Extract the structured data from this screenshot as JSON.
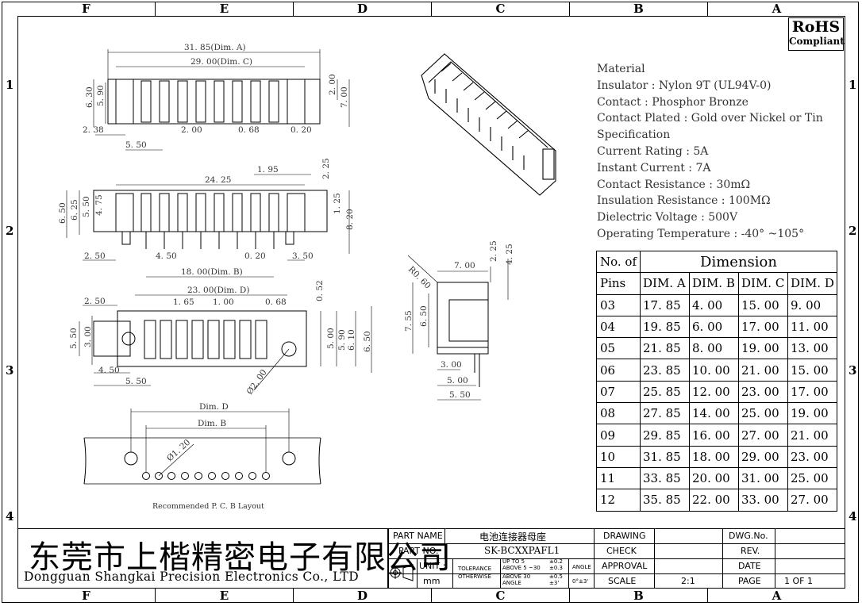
{
  "zones": [
    "F",
    "E",
    "D",
    "C",
    "B",
    "A"
  ],
  "rows": [
    "1",
    "2",
    "3",
    "4"
  ],
  "rohs": {
    "line1": "RoHS",
    "line2": "Compliant"
  },
  "spec": {
    "material_heading": "Material",
    "insulator": "Insulator : Nylon 9T (UL94V-0)",
    "contact": "Contact : Phosphor  Bronze",
    "contact_plated": "Contact Plated : Gold over Nickel or Tin",
    "spec_heading": "Specification",
    "current_rating": "Current Rating : 5A",
    "instant_current": "Instant Current : 7A",
    "contact_resistance": "Contact Resistance : 30mΩ",
    "insulation_resistance": "Insulation Resistance : 100MΩ",
    "dielectric": "Dielectric  Voltage : 500V",
    "operating_temp": "Operating Temperature : -40° ~105°"
  },
  "table": {
    "head_pins_1": "No. of",
    "head_pins_2": "Pins",
    "head_dimension": "Dimension",
    "columns": [
      "DIM. A",
      "DIM. B",
      "DIM. C",
      "DIM. D"
    ],
    "rows": [
      [
        "03",
        "17. 85",
        "4. 00",
        "15. 00",
        "9. 00"
      ],
      [
        "04",
        "19. 85",
        "6. 00",
        "17. 00",
        "11. 00"
      ],
      [
        "05",
        "21. 85",
        "8. 00",
        "19. 00",
        "13. 00"
      ],
      [
        "06",
        "23. 85",
        "10. 00",
        "21. 00",
        "15. 00"
      ],
      [
        "07",
        "25. 85",
        "12. 00",
        "23. 00",
        "17. 00"
      ],
      [
        "08",
        "27. 85",
        "14. 00",
        "25. 00",
        "19. 00"
      ],
      [
        "09",
        "29. 85",
        "16. 00",
        "27. 00",
        "21. 00"
      ],
      [
        "10",
        "31. 85",
        "18. 00",
        "29. 00",
        "23. 00"
      ],
      [
        "11",
        "33. 85",
        "20. 00",
        "31. 00",
        "25. 00"
      ],
      [
        "12",
        "35. 85",
        "22. 00",
        "33. 00",
        "27. 00"
      ]
    ]
  },
  "drawing_dims": {
    "top": [
      "31. 85(Dim. A)",
      "29. 00(Dim. C)",
      "6. 30",
      "5. 90",
      "2. 00",
      "7. 00",
      "2. 38",
      "2. 00",
      "0. 68",
      "0. 20",
      "5. 50"
    ],
    "front": [
      "24. 25",
      "1. 95",
      "2. 25",
      "6. 50",
      "6. 25",
      "5. 50",
      "4. 75",
      "1. 25",
      "8. 20",
      "2. 50",
      "4. 50",
      "0. 20",
      "3. 50",
      "18. 00(Dim. B)"
    ],
    "bottom": [
      "23. 00(Dim. D)",
      "2. 50",
      "1. 65",
      "1. 00",
      "0. 68",
      "0. 52",
      "3. 00",
      "5. 50",
      "5. 00",
      "5. 90",
      "6. 10",
      "6. 50",
      "4. 50",
      "5. 50",
      "Ø2. 00"
    ],
    "side": [
      "R0. 60",
      "7. 00",
      "2. 25",
      "4. 25",
      "7. 55",
      "6. 50",
      "3. 00",
      "5. 00",
      "5. 50"
    ],
    "pcb": [
      "Dim. D",
      "Dim. B",
      "Ø1. 20"
    ],
    "pcb_caption": "Recommended P. C. B Layout"
  },
  "title_block": {
    "company_cn": "东莞市上楷精密电子有限公司",
    "company_en": "Dongguan Shangkai Precision Electronics Co., LTD",
    "part_name_label": "PART NAME",
    "part_name_value": "电池连接器母座",
    "part_no_label": "PART NO.",
    "part_no_value": "SK-BCXXPAFL1",
    "unit_label": "UNIT :",
    "unit_value": "mm",
    "tolerance_1": "TOLERANCE",
    "tolerance_2": "OTHERWISE",
    "tol_up": "UP TO 5",
    "tol_mid": "ABOVE 5 ~30",
    "tol_above": "ABOVE 30",
    "tol_angle": "ANGLE",
    "tol_v1": "±0.2",
    "tol_v2": "±0.3",
    "tol_v3": "±0.5",
    "tol_v4": "±3'",
    "angle_label": "ANGLE",
    "angle_value": "0°±3'",
    "drawing_label": "DRAWING",
    "check_label": "CHECK",
    "approval_label": "APPROVAL",
    "scale_label": "SCALE",
    "scale_value": "2:1",
    "dwg_label": "DWG.No.",
    "rev_label": "REV.",
    "date_label": "DATE",
    "page_label": "PAGE",
    "page_value": "1 OF 1"
  }
}
